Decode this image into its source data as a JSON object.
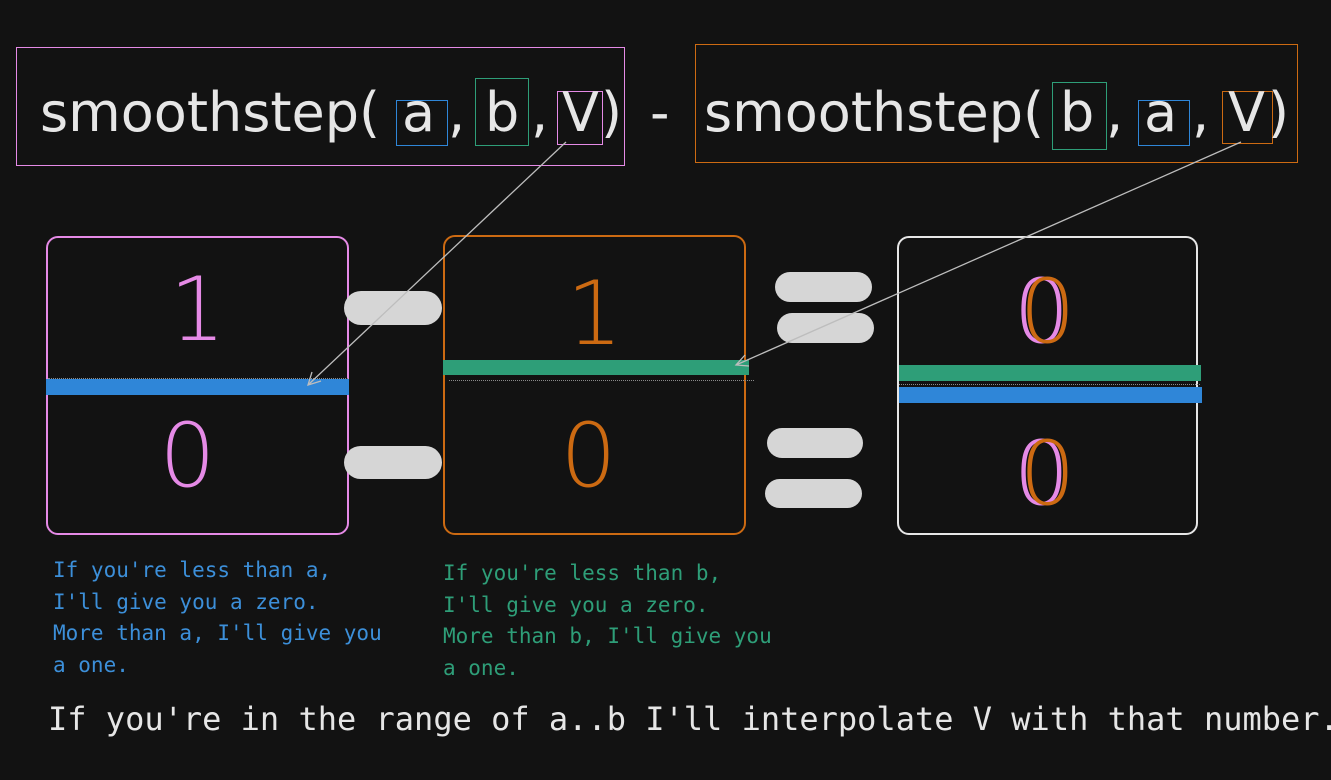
{
  "colors": {
    "background": "#121212",
    "pink": "#e58ae6",
    "orange": "#cc6a12",
    "white": "#e6e6e6",
    "teal": "#2e9e78",
    "blue": "#2f86d8",
    "operator": "#d6d6d6"
  },
  "expression": {
    "left": {
      "func": "smoothstep(",
      "arg1": "a",
      "sep1": ",",
      "arg2": "b",
      "sep2": ",",
      "arg3": "V",
      "close": ")"
    },
    "minus": "-",
    "right": {
      "func": "smoothstep(",
      "arg1": "b",
      "sep1": ",",
      "arg2": "a",
      "sep2": ",",
      "arg3": "V",
      "close": ")"
    }
  },
  "panels": {
    "left": {
      "top": "1",
      "bottom": "0"
    },
    "middle": {
      "top": "1",
      "bottom": "0"
    },
    "right": {
      "top": "0",
      "bottom": "0"
    }
  },
  "notes": {
    "left": {
      "line1": "If you're less than a,",
      "line2": "I'll give you a zero.",
      "line3": "More than a, I'll give you",
      "line4": "a one."
    },
    "middle": {
      "line1": "If you're less than b,",
      "line2": "I'll give you a zero.",
      "line3": "More than b, I'll give you",
      "line4": "a one."
    }
  },
  "caption": "If you're in the range of a..b I'll interpolate V with that number."
}
